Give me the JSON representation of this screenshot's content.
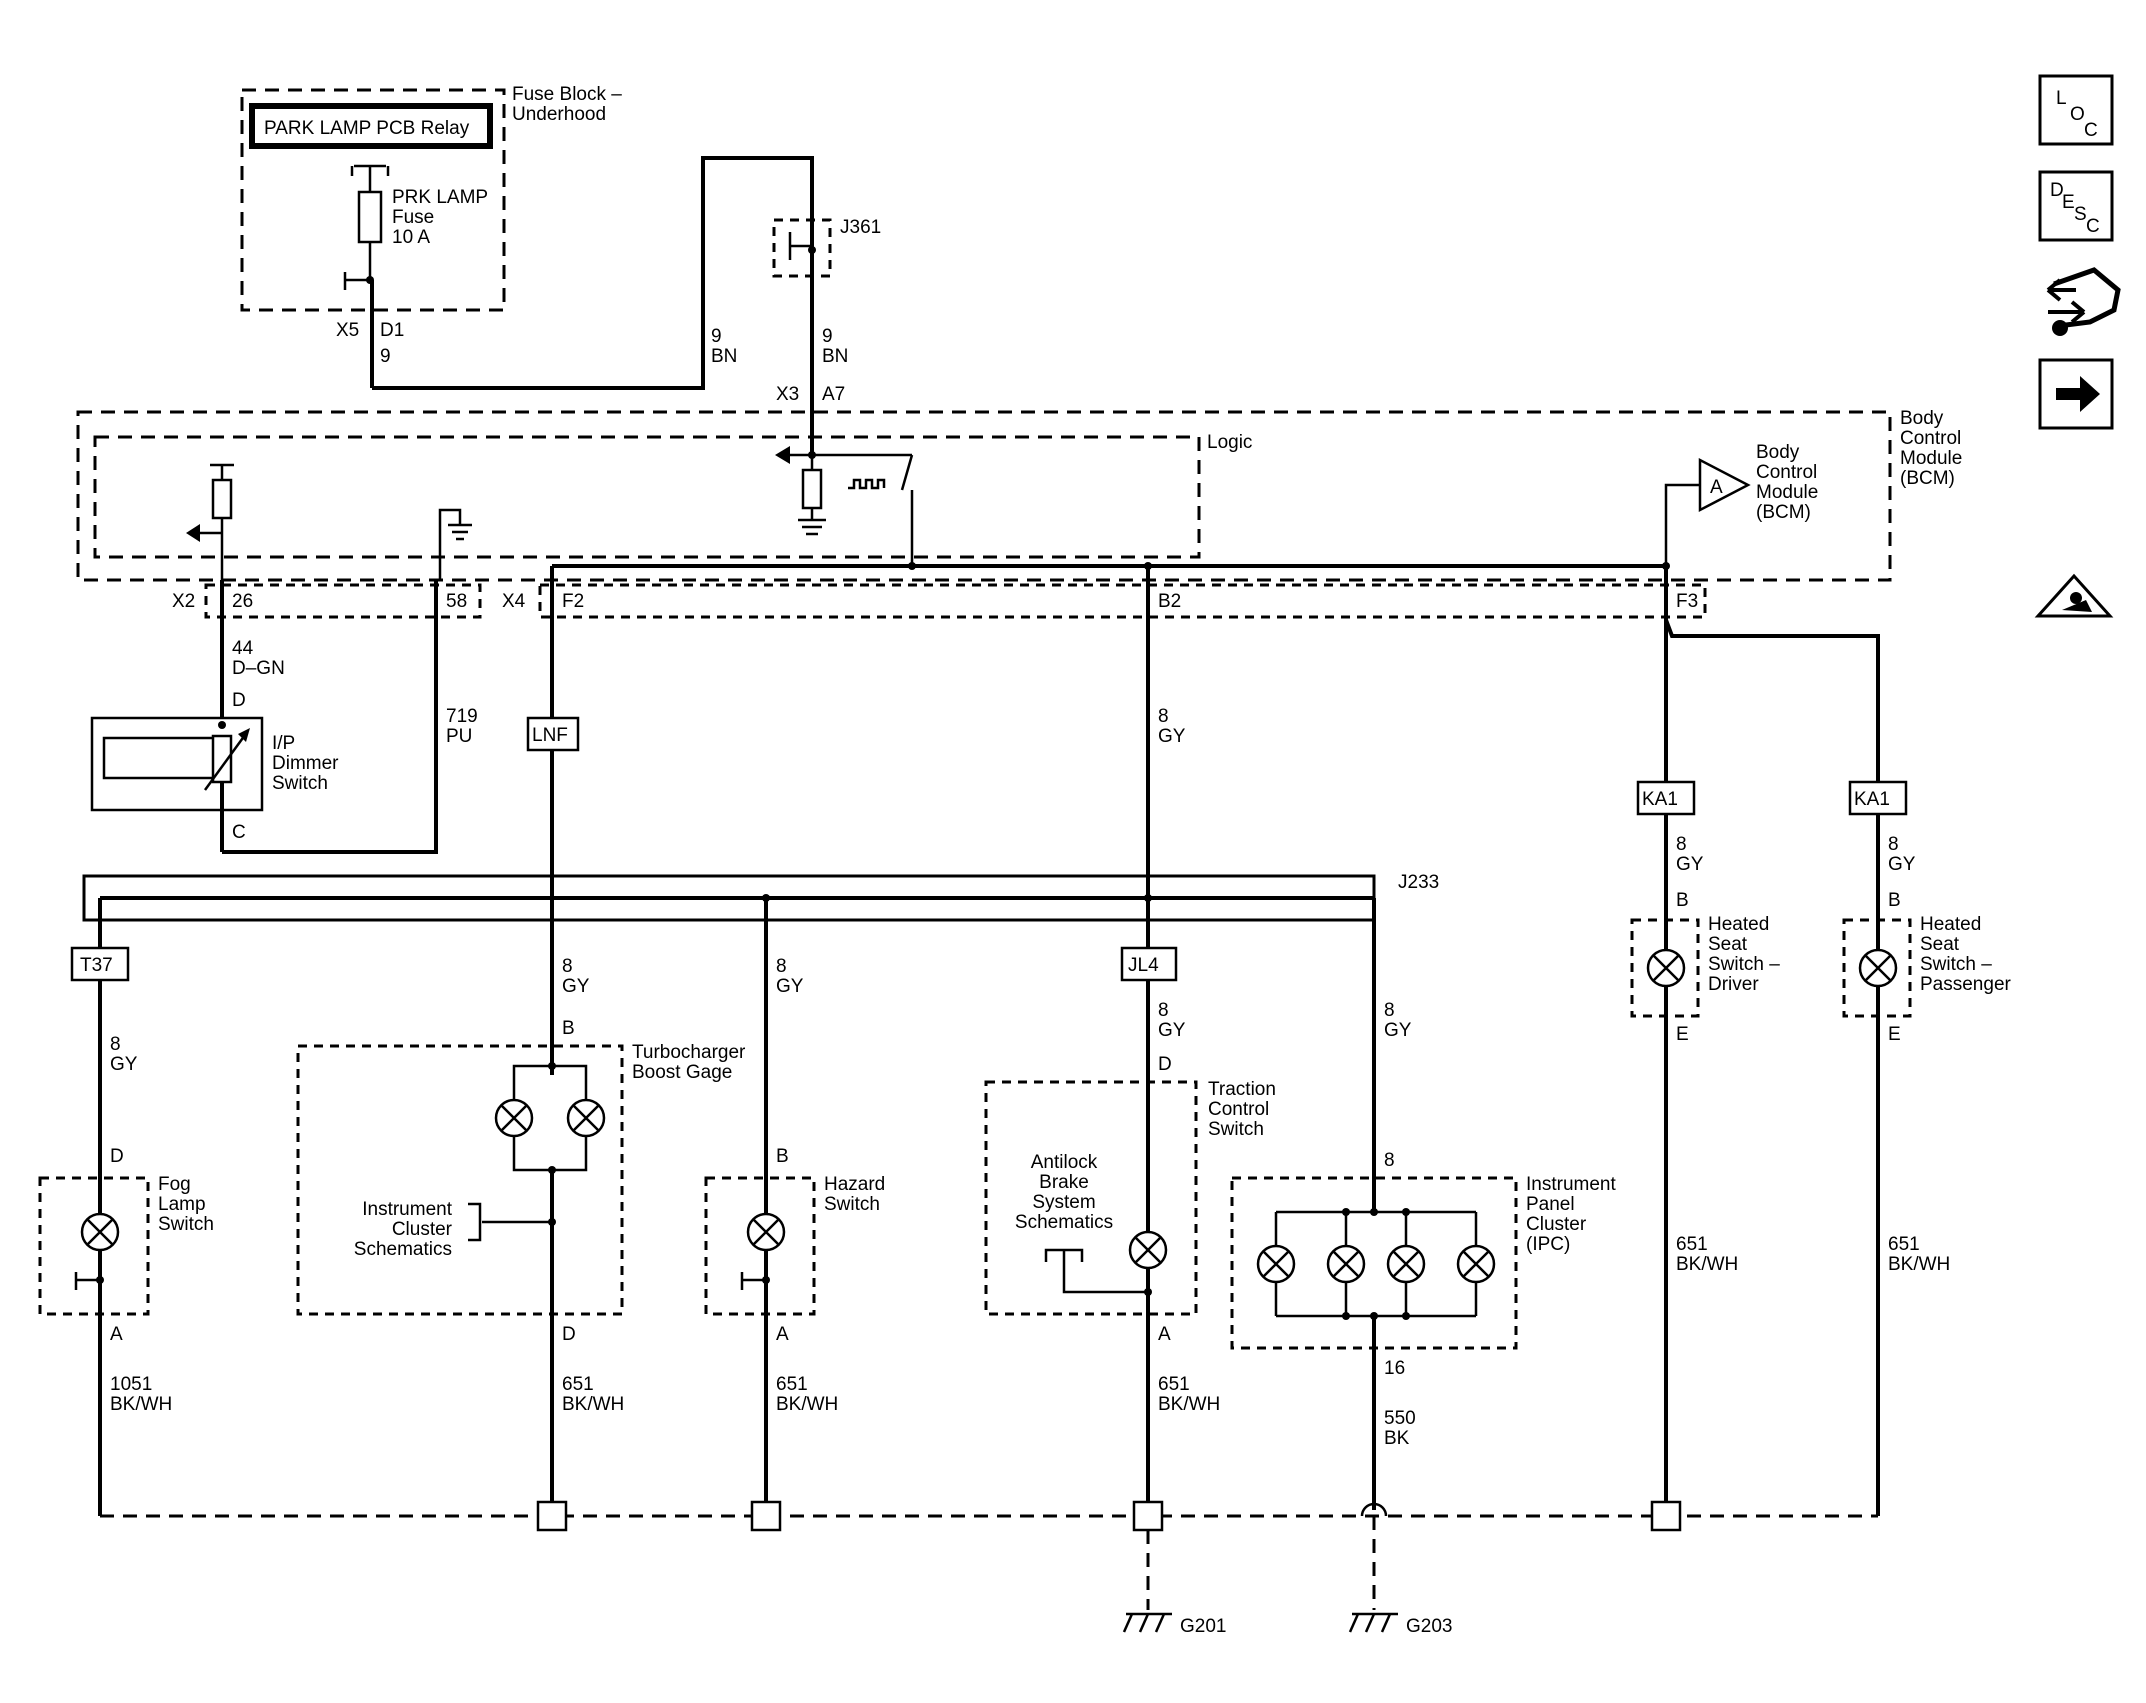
{
  "fuse_block": {
    "label_1": "Fuse Block –",
    "label_2": "Underhood",
    "relay": "PARK LAMP PCB Relay",
    "fuse_1": "PRK LAMP",
    "fuse_2": "Fuse",
    "fuse_3": "10 A",
    "conn": "X5",
    "pin": "D1",
    "wire": "9"
  },
  "splice_j361": "J361",
  "wire_9bn": {
    "a_num": "9",
    "a_col": "BN",
    "b_num": "9",
    "b_col": "BN"
  },
  "conn_x3": "X3",
  "pin_a7": "A7",
  "bcm": {
    "l1": "Body",
    "l2": "Control",
    "l3": "Module",
    "l4": "(BCM)",
    "logic": "Logic",
    "amp": "A"
  },
  "connectors": {
    "x2": "X2",
    "p26": "26",
    "p58": "58",
    "x4": "X4",
    "f2": "F2",
    "b2": "B2",
    "f3": "F3"
  },
  "wires": {
    "w44": "44",
    "dgn": "D–GN",
    "w719": "719",
    "pu": "PU",
    "gy8_b2_n": "8",
    "gy8_b2_c": "GY",
    "t37_n": "8",
    "t37_c": "GY",
    "turbo_n": "8",
    "turbo_c": "GY",
    "haz_n": "8",
    "haz_c": "GY",
    "jl4_n": "8",
    "jl4_c": "GY",
    "ipc_n": "8",
    "ipc_c": "GY",
    "ka1a_n": "8",
    "ka1a_c": "GY",
    "ka1b_n": "8",
    "ka1b_c": "GY",
    "g1051": "1051",
    "g1051c": "BK/WH",
    "g651a": "651",
    "g651ac": "BK/WH",
    "g651b": "651",
    "g651bc": "BK/WH",
    "g651c": "651",
    "g651cc": "BK/WH",
    "g651d": "651",
    "g651dc": "BK/WH",
    "g651e": "651",
    "g651ec": "BK/WH",
    "g550": "550",
    "g550c": "BK"
  },
  "dimmer": {
    "l1": "I/P",
    "l2": "Dimmer",
    "l3": "Switch",
    "pin_d": "D",
    "pin_c": "C"
  },
  "tags": {
    "lnf": "LNF",
    "t37": "T37",
    "jl4": "JL4",
    "ka1a": "KA1",
    "ka1b": "KA1"
  },
  "splice_j233": "J233",
  "fog": {
    "l1": "Fog",
    "l2": "Lamp",
    "l3": "Switch",
    "pin_top": "D",
    "pin_bot": "A"
  },
  "turbo": {
    "l1": "Turbocharger",
    "l2": "Boost Gage",
    "pin_top": "B",
    "pin_bot": "D",
    "ref1": "Instrument",
    "ref2": "Cluster",
    "ref3": "Schematics"
  },
  "hazard": {
    "l1": "Hazard",
    "l2": "Switch",
    "pin_top": "B",
    "pin_bot": "A"
  },
  "traction": {
    "l1": "Traction",
    "l2": "Control",
    "l3": "Switch",
    "pin_top": "D",
    "pin_bot": "A",
    "ref1": "Antilock",
    "ref2": "Brake",
    "ref3": "System",
    "ref4": "Schematics"
  },
  "ipc": {
    "l1": "Instrument",
    "l2": "Panel",
    "l3": "Cluster",
    "l4": "(IPC)",
    "pin_top": "8",
    "pin_bot": "16"
  },
  "seat_driver": {
    "l1": "Heated",
    "l2": "Seat",
    "l3": "Switch –",
    "l4": "Driver",
    "pin_top": "B",
    "pin_bot": "E"
  },
  "seat_pass": {
    "l1": "Heated",
    "l2": "Seat",
    "l3": "Switch –",
    "l4": "Passenger",
    "pin_top": "B",
    "pin_bot": "E"
  },
  "grounds": {
    "g201": "G201",
    "g203": "G203"
  },
  "nav": {
    "loc_l": "L",
    "loc_o": "O",
    "loc_c": "C",
    "desc_d": "D",
    "desc_e": "E",
    "desc_s": "S",
    "desc_c": "C"
  },
  "icons": {
    "loc": "loc-icon",
    "desc": "desc-icon",
    "connector": "connector-tool-icon",
    "next": "arrow-right-icon",
    "esd": "esd-warning-icon"
  }
}
